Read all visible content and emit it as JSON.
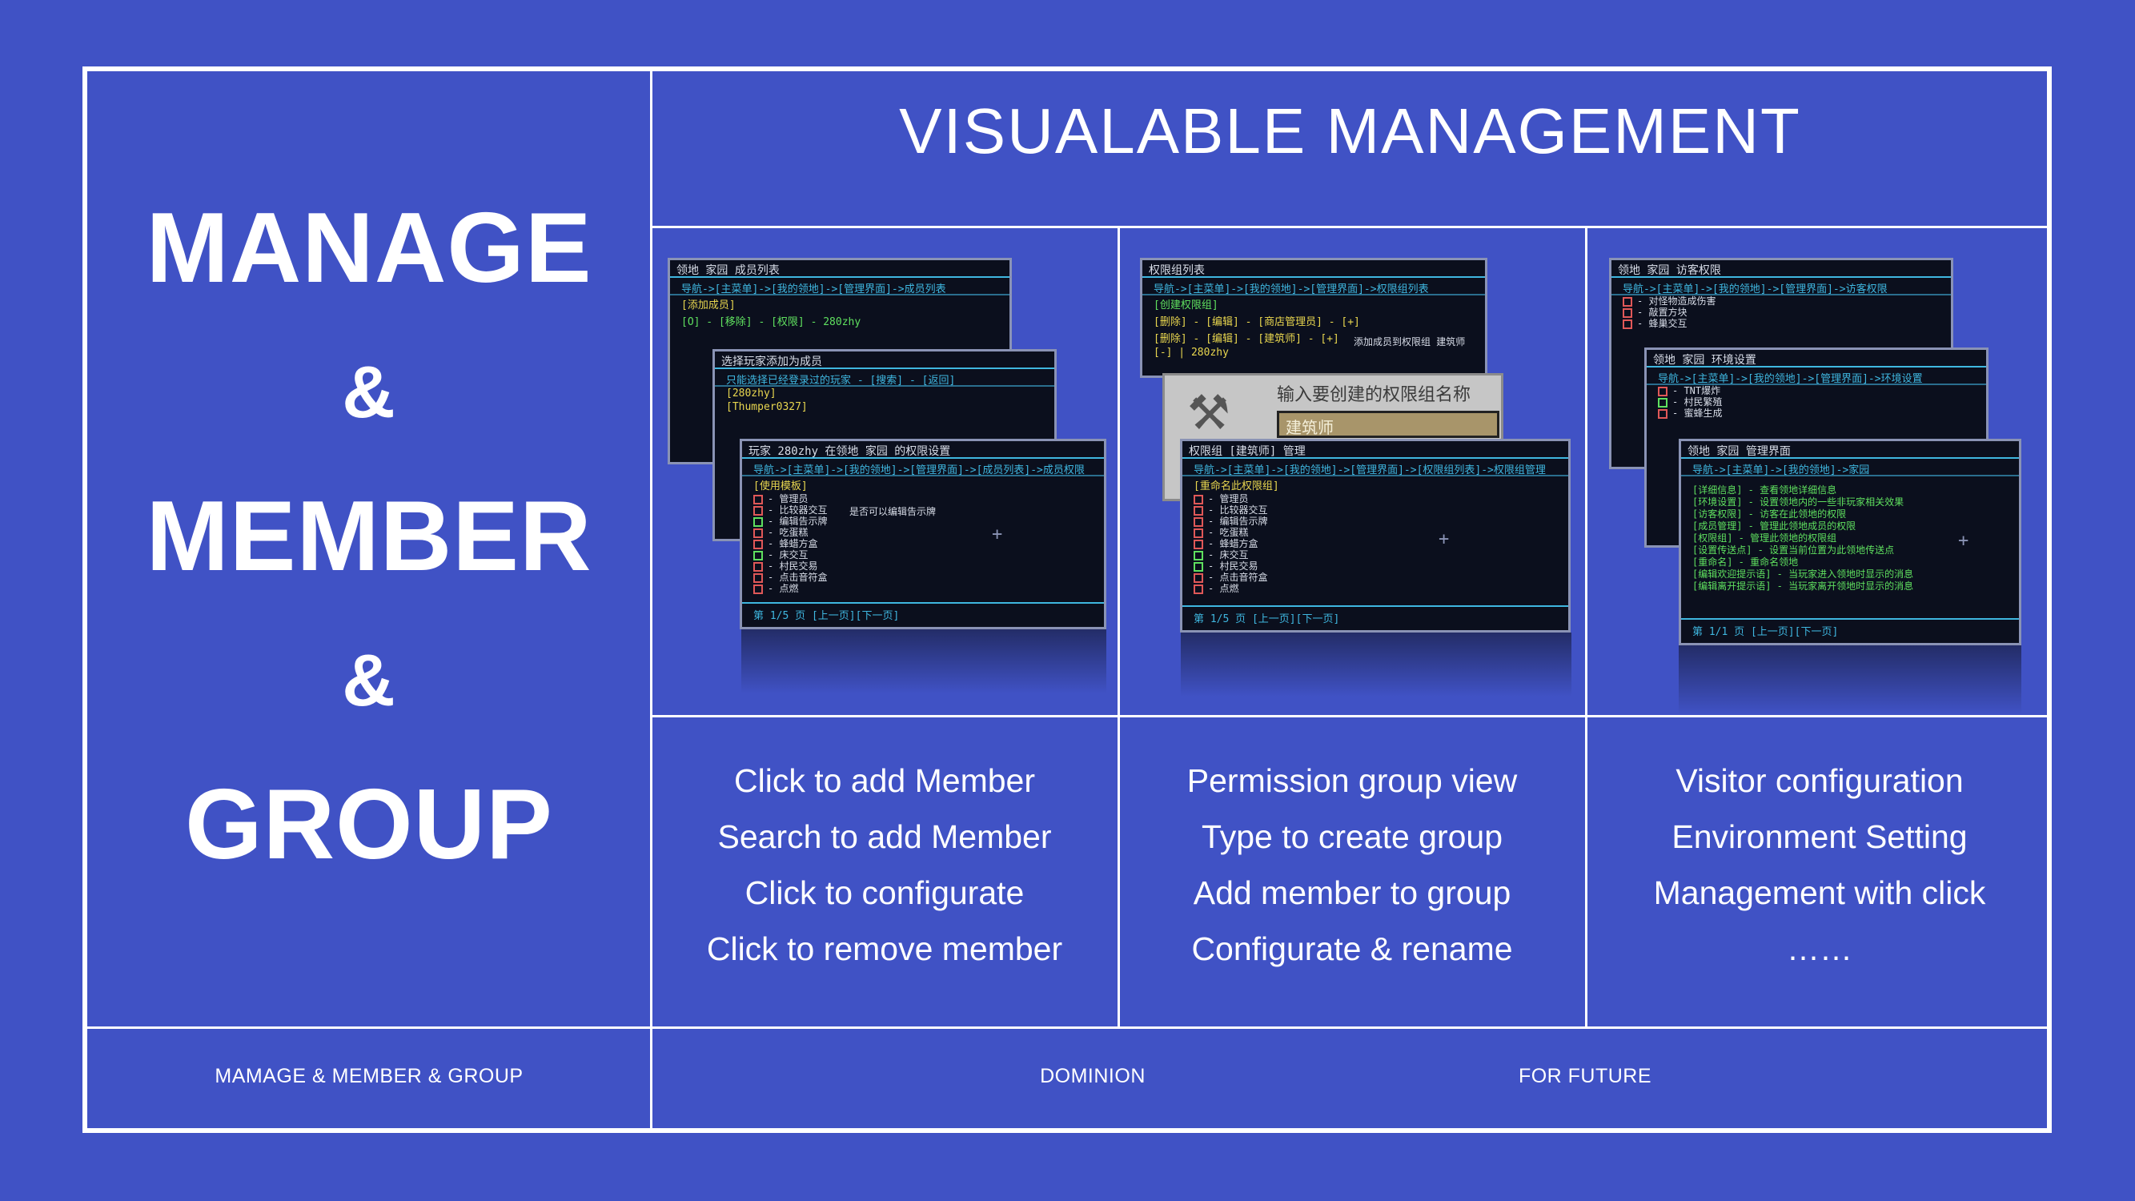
{
  "left_words": [
    "MANAGE",
    "&",
    "MEMBER",
    "&",
    "GROUP"
  ],
  "main_title": "VISUALABLE MANAGEMENT",
  "columns": [
    {
      "lines": [
        "Click to add Member",
        "Search to add Member",
        "Click to configurate",
        "Click to remove member"
      ]
    },
    {
      "lines": [
        "Permission group view",
        "Type to create group",
        "Add member to group",
        "Configurate & rename"
      ]
    },
    {
      "lines": [
        "Visitor configuration",
        "Environment Setting",
        "Management with click",
        "……"
      ]
    }
  ],
  "footer": {
    "left": "MAMAGE & MEMBER & GROUP",
    "center": "DOMINION",
    "right": "FOR FUTURE"
  },
  "screens": {
    "s1a_title": "领地 家园 成员列表",
    "s1a_nav": "导航->[主菜单]->[我的领地]->[管理界面]->成员列表",
    "s1a_l1": "[添加成员]",
    "s1a_l2": "[O] - [移除] - [权限] - 280zhy",
    "s1b_title": "选择玩家添加为成员",
    "s1b_nav": "只能选择已经登录过的玩家 - [搜索] - [返回]",
    "s1b_l1": "[280zhy]",
    "s1b_l2": "[Thumper0327]",
    "s1c_title": "玩家 280zhy 在领地 家园 的权限设置",
    "s1c_nav": "导航->[主菜单]->[我的领地]->[管理界面]->[成员列表]->成员权限",
    "s1c_head": "[使用模板]",
    "s1c_items": [
      "管理员",
      "比较器交互",
      "编辑告示牌",
      "吃蛋糕",
      "蜂蜡方盒",
      "床交互",
      "村民交易",
      "点击音符盒",
      "点燃"
    ],
    "s1c_tip": "是否可以编辑告示牌",
    "s1c_foot": "第 1/5 页 [上一页][下一页]",
    "s2a_title": "权限组列表",
    "s2a_nav": "导航->[主菜单]->[我的领地]->[管理界面]->权限组列表",
    "s2a_l1": "[创建权限组]",
    "s2a_l2": "[删除] - [编辑] - [商店管理员] - [+]",
    "s2a_l3": "[删除] - [编辑] - [建筑师] - [+]",
    "s2a_tip": "添加成员到权限组 建筑师",
    "s2a_l4": "[-] | 280zhy",
    "anvil_title": "输入要创建的权限组名称",
    "anvil_field": "建筑师",
    "s2b_title": "权限组 [建筑师] 管理",
    "s2b_nav": "导航->[主菜单]->[我的领地]->[管理界面]->[权限组列表]->权限组管理",
    "s2b_head": "[重命名此权限组]",
    "s2b_items": [
      "管理员",
      "比较器交互",
      "编辑告示牌",
      "吃蛋糕",
      "蜂蜡方盒",
      "床交互",
      "村民交易",
      "点击音符盒",
      "点燃"
    ],
    "s2b_foot": "第 1/5 页 [上一页][下一页]",
    "s3a_title": "领地 家园 访客权限",
    "s3a_nav": "导航->[主菜单]->[我的领地]->[管理界面]->访客权限",
    "s3a_items": [
      "对怪物造成伤害",
      "敲置方块",
      "蜂巢交互"
    ],
    "s3b_title": "领地 家园 环境设置",
    "s3b_nav": "导航->[主菜单]->[我的领地]->[管理界面]->环境设置",
    "s3b_items": [
      "TNT爆炸",
      "村民繁殖",
      "蜜蜂生成"
    ],
    "s3c_title": "领地 家园 管理界面",
    "s3c_nav": "导航->[主菜单]->[我的领地]->家园",
    "s3c_items": [
      "[详细信息] - 查看领地详细信息",
      "[环境设置] - 设置领地内的一些非玩家相关效果",
      "[访客权限] - 访客在此领地的权限",
      "[成员管理] - 管理此领地成员的权限",
      "[权限组] - 管理此领地的权限组",
      "[设置传送点] - 设置当前位置为此领地传送点",
      "[重命名] - 重命名领地",
      "[编辑欢迎提示语] - 当玩家进入领地时显示的消息",
      "[编辑离开提示语] - 当玩家离开领地时显示的消息"
    ],
    "s3c_foot": "第 1/1 页 [上一页][下一页]"
  }
}
